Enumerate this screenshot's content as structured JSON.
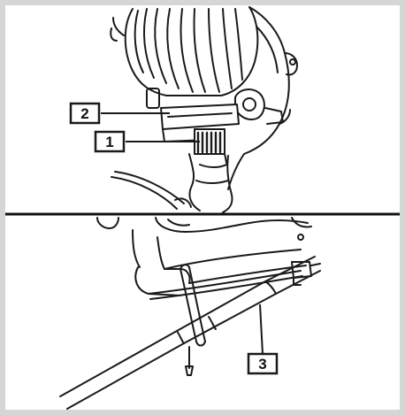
{
  "callouts": [
    {
      "id": "1",
      "label": "1"
    },
    {
      "id": "2",
      "label": "2"
    },
    {
      "id": "3",
      "label": "3"
    }
  ],
  "colors": {
    "background": "#d6d6d6",
    "panel": "#ffffff",
    "line": "#1a1a1a",
    "divider": "#111111"
  }
}
